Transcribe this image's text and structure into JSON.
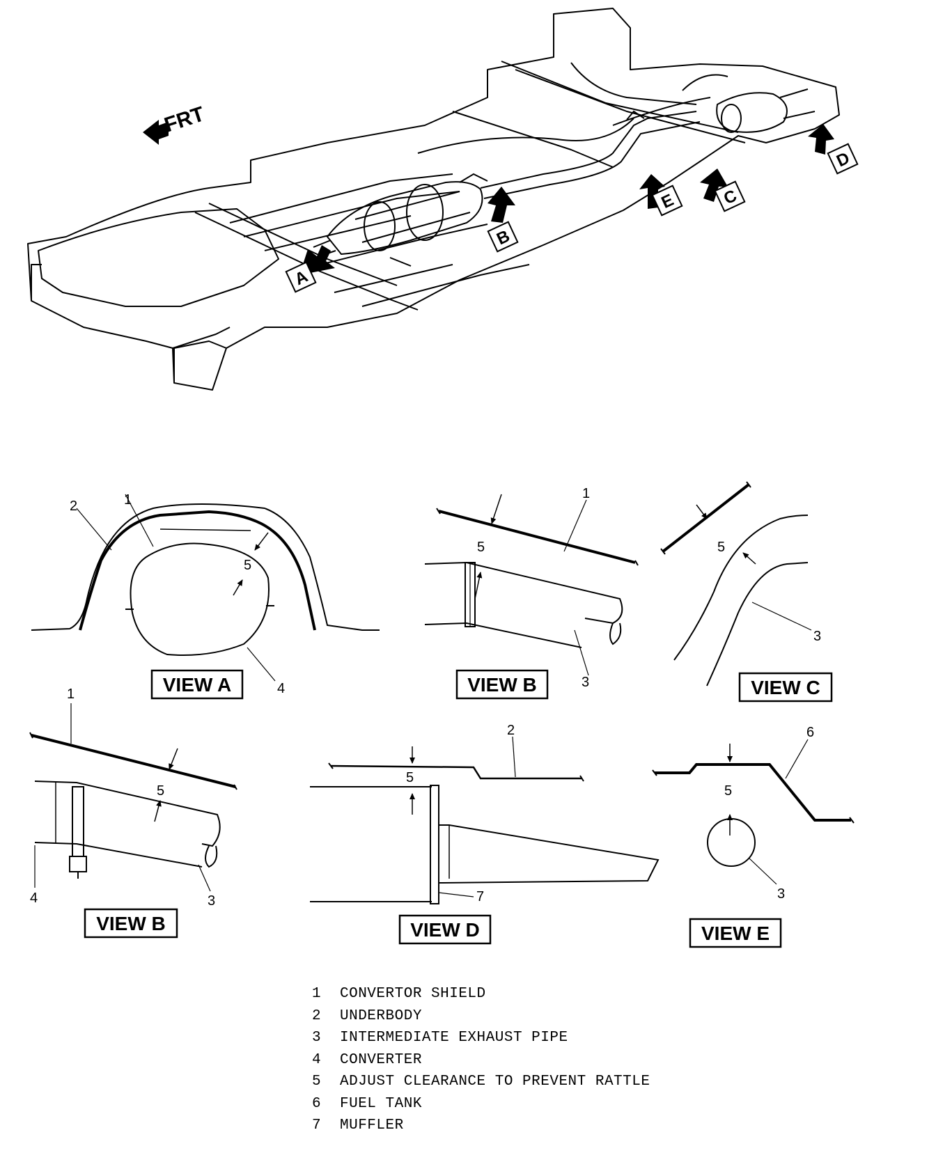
{
  "orientation_label": "FRT",
  "arrow_letters": [
    "A",
    "B",
    "C",
    "D",
    "E"
  ],
  "views": {
    "a": {
      "title": "VIEW A",
      "callouts": {
        "shield": "1",
        "underbody": "2",
        "converter": "4",
        "clearance": "5"
      }
    },
    "b1": {
      "title": "VIEW B",
      "callouts": {
        "shield": "1",
        "pipe": "3",
        "clearance": "5"
      }
    },
    "c": {
      "title": "VIEW C",
      "callouts": {
        "pipe": "3",
        "clearance": "5"
      }
    },
    "b2": {
      "title": "VIEW B",
      "callouts": {
        "shield": "1",
        "pipe": "3",
        "converter": "4",
        "clearance": "5"
      }
    },
    "d": {
      "title": "VIEW D",
      "callouts": {
        "underbody": "2",
        "clearance": "5",
        "muffler": "7"
      }
    },
    "e": {
      "title": "VIEW E",
      "callouts": {
        "pipe": "3",
        "clearance": "5",
        "tank": "6"
      }
    }
  },
  "legend": [
    {
      "num": "1",
      "label": "CONVERTOR SHIELD"
    },
    {
      "num": "2",
      "label": "UNDERBODY"
    },
    {
      "num": "3",
      "label": "INTERMEDIATE EXHAUST PIPE"
    },
    {
      "num": "4",
      "label": "CONVERTER"
    },
    {
      "num": "5",
      "label": "ADJUST CLEARANCE TO PREVENT RATTLE"
    },
    {
      "num": "6",
      "label": "FUEL TANK"
    },
    {
      "num": "7",
      "label": "MUFFLER"
    }
  ]
}
